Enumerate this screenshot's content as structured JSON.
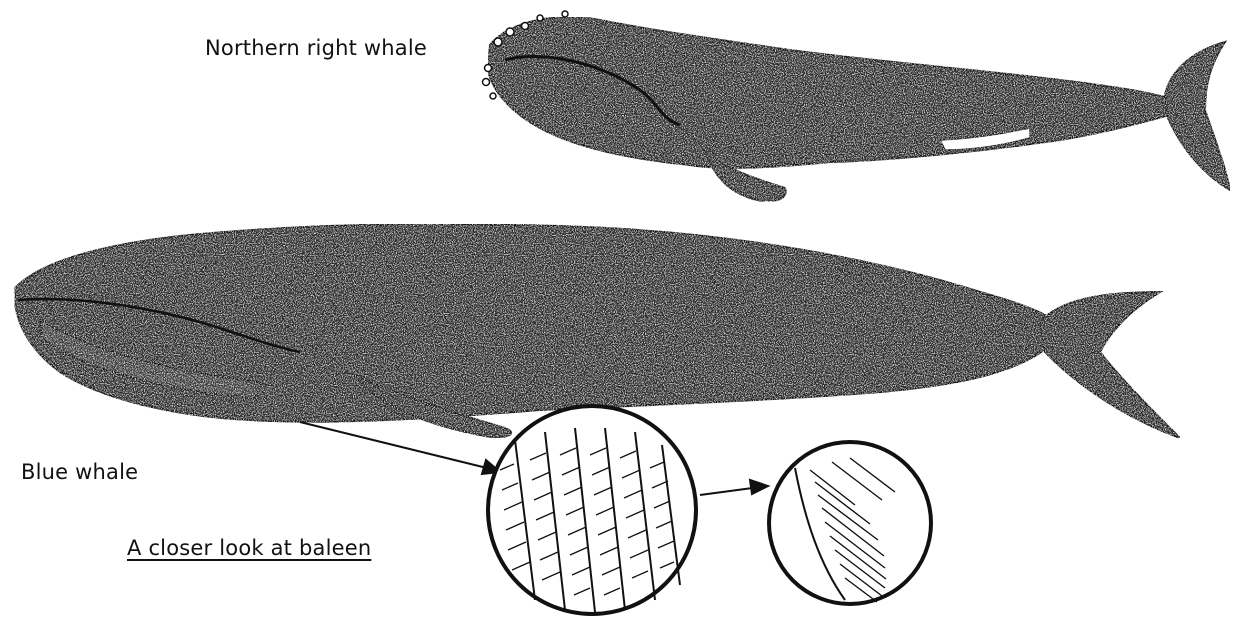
{
  "labels": {
    "northern_right_whale": "Northern right whale",
    "blue_whale": "Blue whale",
    "closer_look": "A closer look at baleen"
  },
  "colors": {
    "ink": "#111111",
    "body_fill": "#2a2a2a",
    "speckle": "#f2f2f2",
    "background": "#ffffff"
  }
}
